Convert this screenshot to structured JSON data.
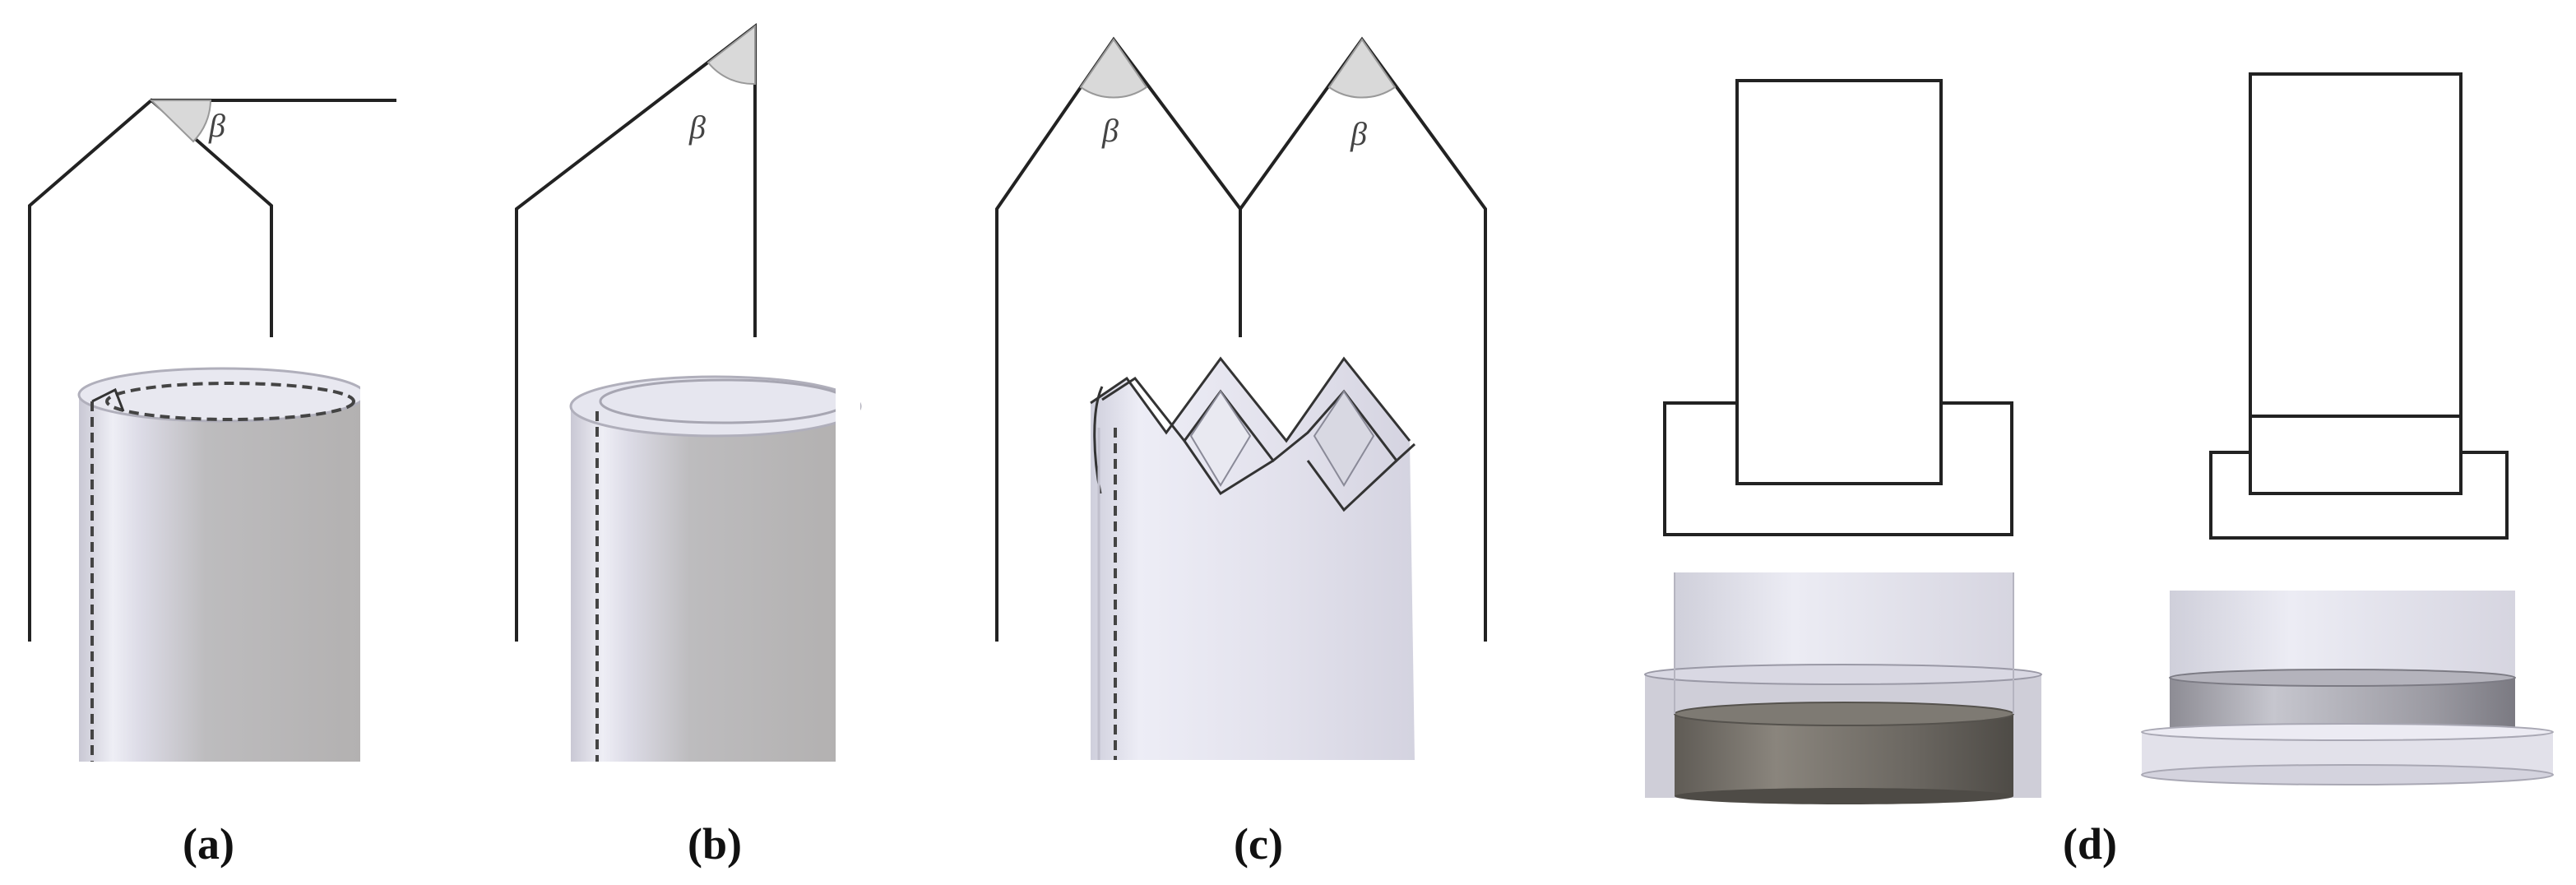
{
  "figure": {
    "panels": [
      {
        "id": "a",
        "caption": "(a)",
        "angle_label": "β"
      },
      {
        "id": "b",
        "caption": "(b)",
        "angle_label": "β"
      },
      {
        "id": "c",
        "caption": "(c)",
        "angle_labels": [
          "β",
          "β"
        ]
      },
      {
        "id": "d",
        "caption": "(d)"
      }
    ]
  },
  "colors": {
    "line": "#222222",
    "tube_light": "#e4e3ee",
    "tube_mid": "#cfcfd8",
    "tube_dark": "#b7b5b5",
    "disc_dark": "#6a6660",
    "disc_grey": "#a9a9b1"
  }
}
